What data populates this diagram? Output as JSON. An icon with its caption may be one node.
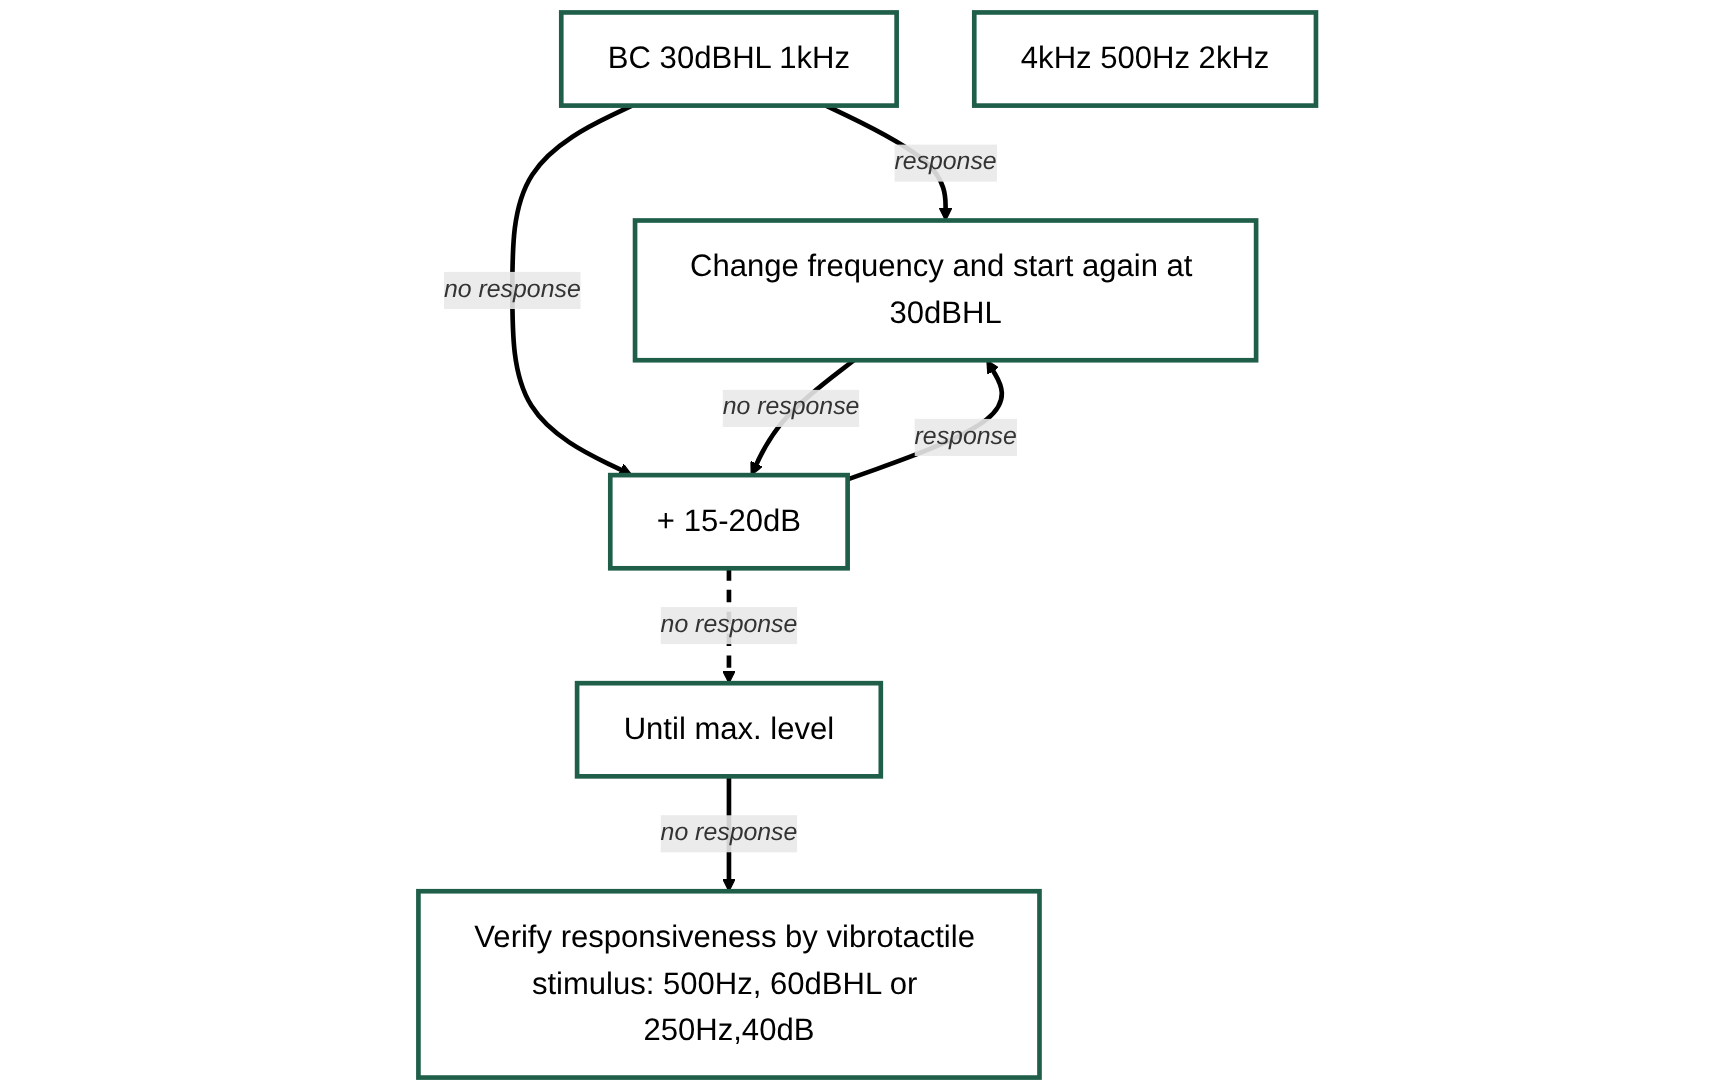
{
  "diagram": {
    "nodes": [
      {
        "text": [
          "BC 30dBHL 1kHz"
        ]
      },
      {
        "text": [
          "Change frequency and start again at 30dBHL"
        ]
      },
      {
        "text": [
          "4kHz 500Hz 2kHz"
        ]
      },
      {
        "text": [
          "+ 15-20dB"
        ]
      },
      {
        "text": [
          "Until max. level"
        ]
      },
      {
        "text": [
          "Verify responsiveness by vibrotactile stimulus: 500Hz, 60dBHL or 250Hz,40dB"
        ]
      }
    ],
    "edges": [
      {
        "from": 0,
        "to": 1,
        "arrow": "to",
        "label": "response"
      },
      {
        "from": 0,
        "to": 3,
        "arrow": "to",
        "label": "no response"
      },
      {
        "from": 1,
        "to": 3,
        "arrow": "to",
        "label": "no response"
      },
      {
        "from": 3,
        "to": 1,
        "arrow": "to",
        "label": "response"
      },
      {
        "from": 3,
        "to": 4,
        "arrow": "to",
        "label": "no response",
        "style": "dashed"
      },
      {
        "from": 4,
        "to": 5,
        "arrow": "to",
        "label": "no response"
      }
    ]
  }
}
